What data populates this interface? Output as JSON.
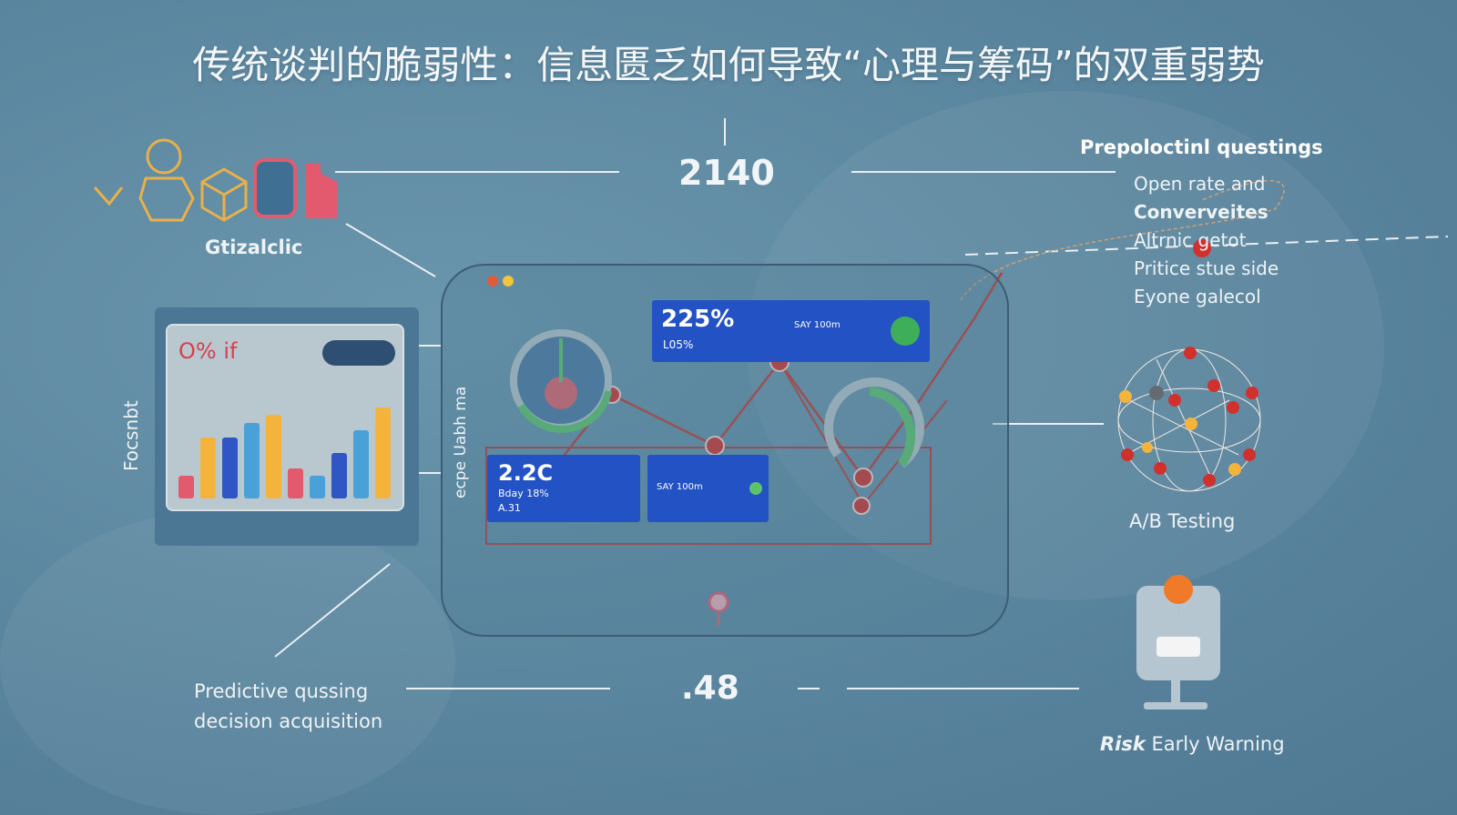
{
  "title": "传统谈判的脆弱性：信息匮乏如何导致“心理与筹码”的双重弱势",
  "top_metric": "2140",
  "bottom_metric": ".48",
  "left_icons_label": "Gtizalclic",
  "left_panel": {
    "vertical_label": "Focsnbt",
    "header_text": "O% if",
    "bars": [
      3,
      8,
      8,
      10,
      11,
      4,
      3,
      6,
      9,
      12
    ],
    "bar_colors": [
      "#e35a6e",
      "#f4b43c",
      "#2f56c4",
      "#4aa0d8",
      "#f4b43c",
      "#e35a6e",
      "#4aa0d8",
      "#2f56c4",
      "#4aa0d8",
      "#f4b43c"
    ]
  },
  "device": {
    "vertical_label": "ecpe Uabh ma",
    "card1": {
      "value": "225%",
      "sub": "L05%",
      "side": "SAY 100m"
    },
    "card2": {
      "value": "2.2C",
      "sub1": "Bday 18%",
      "sub2": "A.31"
    },
    "card3": {
      "side": "SAY 100m"
    }
  },
  "right_list": {
    "heading": "Prepoloctinl questings",
    "items": [
      "Open rate and",
      "Converveites",
      "Altrnic getot",
      "Pritice stue side",
      "Eyone galecol"
    ]
  },
  "network_label": "A/B Testing",
  "bottom_left_label": [
    "Predictive qussing",
    "decision acquisition"
  ],
  "risk_label": {
    "italic": "Risk",
    "rest": " Early Warning"
  },
  "colors": {
    "background": "#5f8aa3",
    "card_blue": "#2352c4",
    "accent_red": "#d0312d",
    "accent_orange": "#f4b43c",
    "accent_green": "#5cc36a"
  }
}
